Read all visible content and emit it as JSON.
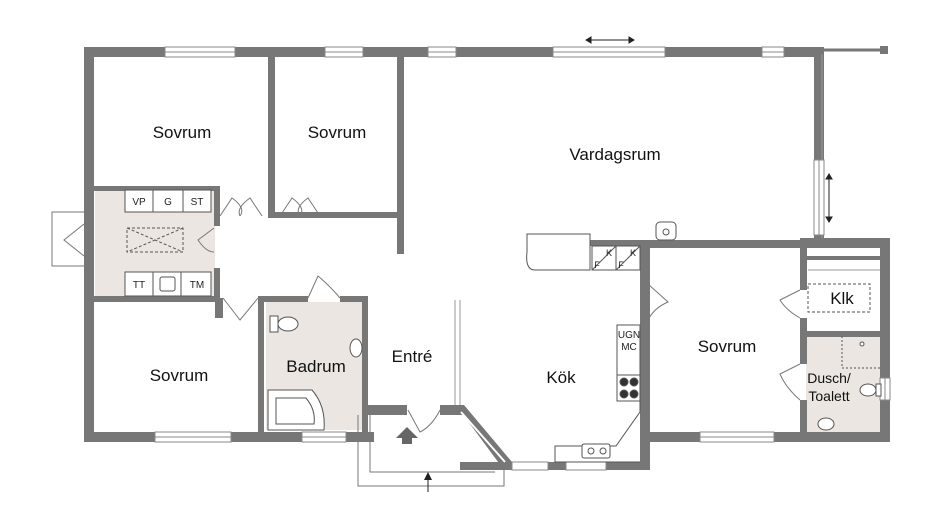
{
  "rooms": {
    "sovrum_nw": "Sovrum",
    "sovrum_n": "Sovrum",
    "vardagsrum": "Vardagsrum",
    "sovrum_sw": "Sovrum",
    "badrum": "Badrum",
    "entre": "Entré",
    "kok": "Kök",
    "sovrum_e": "Sovrum",
    "klk": "Klk",
    "dusch_toalett_line1": "Dusch/",
    "dusch_toalett_line2": "Toalett"
  },
  "utility_labels": {
    "vp": "VP",
    "g": "G",
    "st": "ST",
    "tt": "TT",
    "tm": "TM"
  },
  "kitchen_labels": {
    "k1": "K",
    "f1": "F",
    "k2": "K",
    "f2": "F",
    "ugn": "UGN",
    "mc": "MC"
  },
  "colors": {
    "wall": "#777777",
    "wet_floor": "#ebe6e1",
    "window": "#ffffff",
    "line": "#555555"
  }
}
